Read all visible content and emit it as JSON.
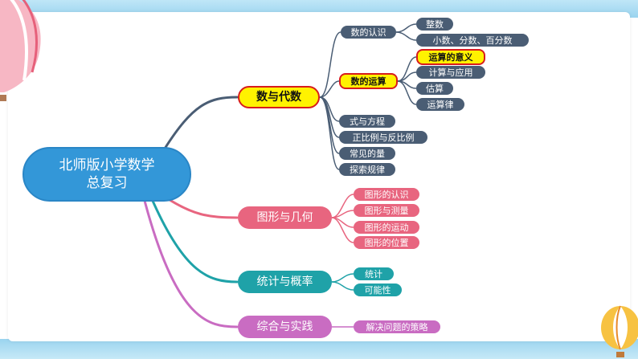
{
  "root": {
    "line1": "北师版小学数学",
    "line2": "总复习"
  },
  "colors": {
    "dark": "#4a5d74",
    "pink": "#e8657f",
    "teal": "#1fa2a8",
    "purple": "#c96cc2",
    "root": "#3397d8",
    "highlight": "#fff200"
  },
  "branches": {
    "algebra": {
      "label": "数与代数",
      "recognition": {
        "label": "数的认识",
        "items": [
          "整数",
          "小数、分数、百分数"
        ]
      },
      "operation": {
        "label": "数的运算",
        "items": [
          "运算的意义",
          "计算与应用",
          "估算",
          "运算律"
        ]
      },
      "others": [
        "式与方程",
        "正比例与反比例",
        "常见的量",
        "探索规律"
      ]
    },
    "geometry": {
      "label": "图形与几何",
      "items": [
        "图形的认识",
        "图形与测量",
        "图形的运动",
        "图形的位置"
      ]
    },
    "statistics": {
      "label": "统计与概率",
      "items": [
        "统计",
        "可能性"
      ]
    },
    "practice": {
      "label": "综合与实践",
      "items": [
        "解决问题的策略"
      ]
    }
  }
}
